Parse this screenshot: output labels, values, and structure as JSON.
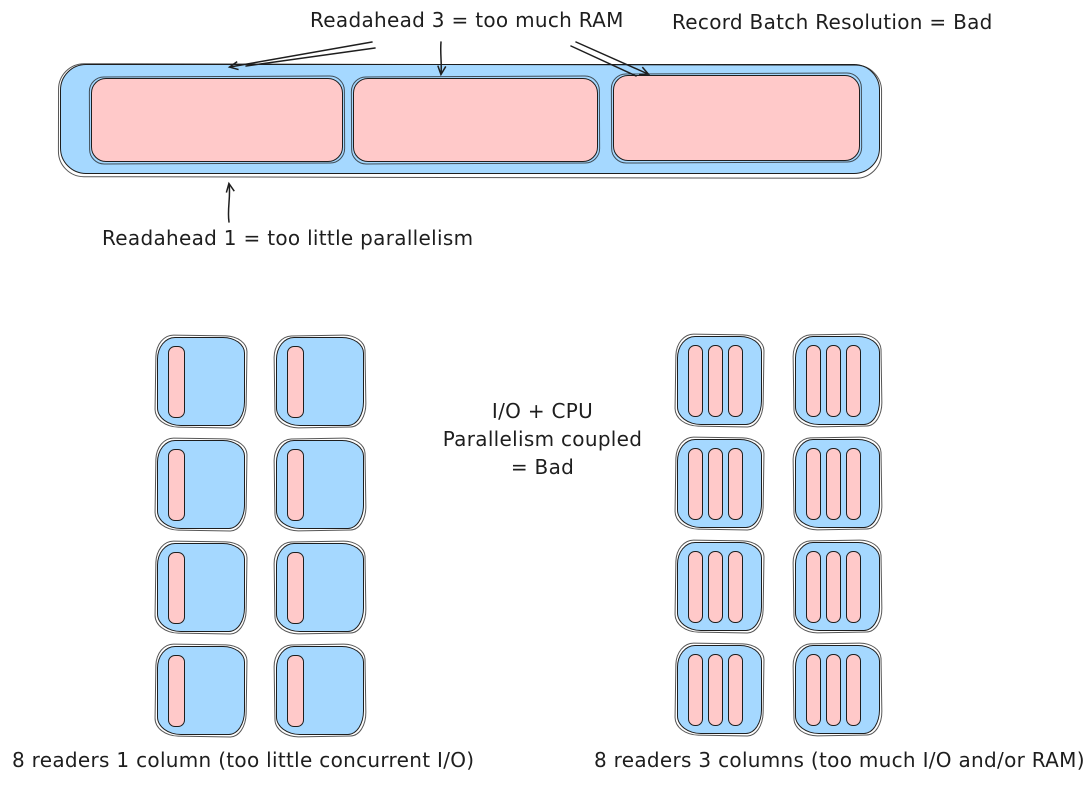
{
  "colors": {
    "reader_fill_blue": "#a5d8ff",
    "batch_fill_pink": "#ffc9c9",
    "stroke": "#1e1e1e",
    "background": "#ffffff"
  },
  "top_diagram": {
    "label_readahead3": "Readahead 3 = too much RAM",
    "label_record_batch": "Record Batch Resolution = Bad",
    "label_readahead1": "Readahead 1 = too little parallelism",
    "record_batch_count": 3
  },
  "middle_note": {
    "lines": [
      "I/O + CPU",
      "Parallelism coupled",
      "= Bad"
    ]
  },
  "left_grid": {
    "readers": 8,
    "rows": 4,
    "cols": 2,
    "bars_per_reader": 1,
    "caption": "8 readers 1 column (too little concurrent I/O)"
  },
  "right_grid": {
    "readers": 8,
    "rows": 4,
    "cols": 2,
    "bars_per_reader": 3,
    "caption": "8 readers 3 columns (too much I/O and/or RAM)"
  }
}
